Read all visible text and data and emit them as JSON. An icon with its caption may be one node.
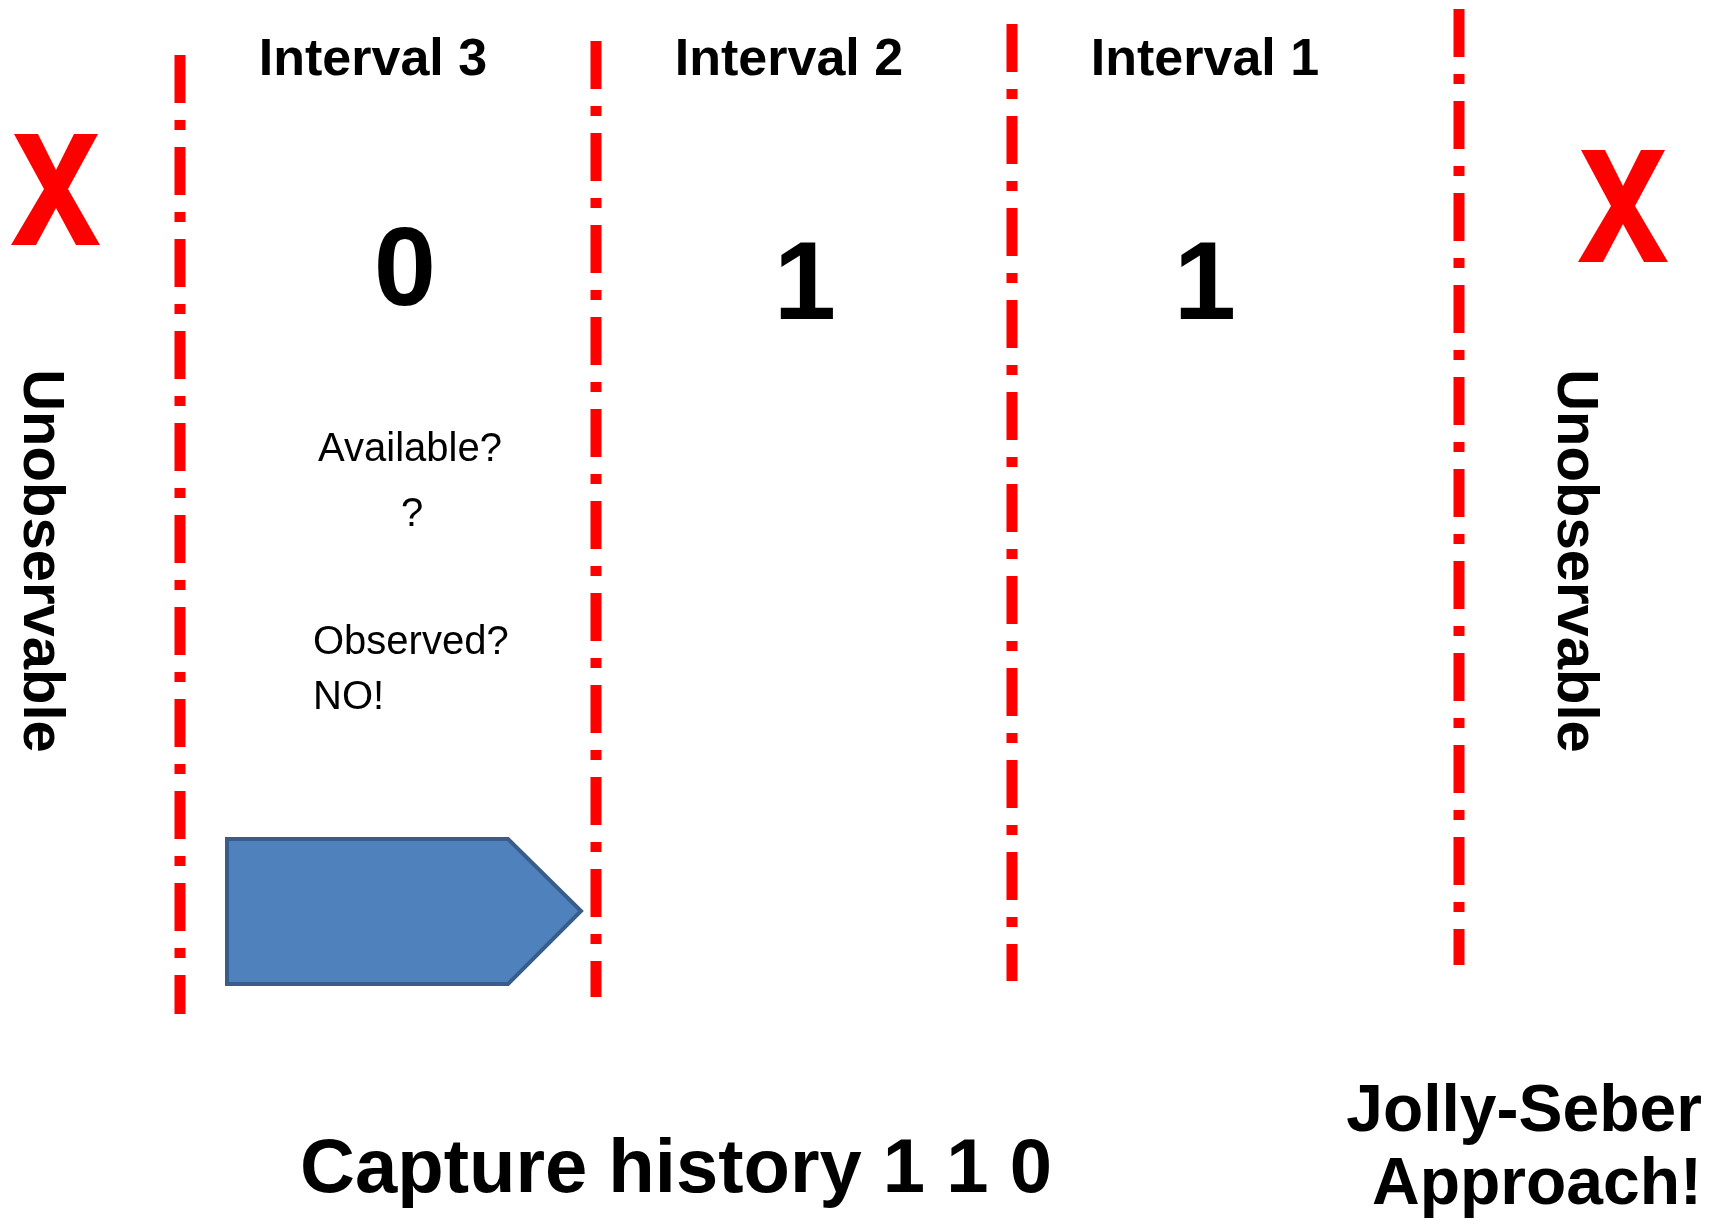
{
  "diagram": {
    "title": "Capture history 1 1 0",
    "labels": [
      "Interval 3",
      "Interval 2",
      "Interval 1",
      "0",
      "1",
      "1",
      "Unobservable",
      "Unobservable",
      "Available?",
      "?",
      "Observed?",
      "NO!",
      "Jolly-Seber Approach!"
    ]
  }
}
